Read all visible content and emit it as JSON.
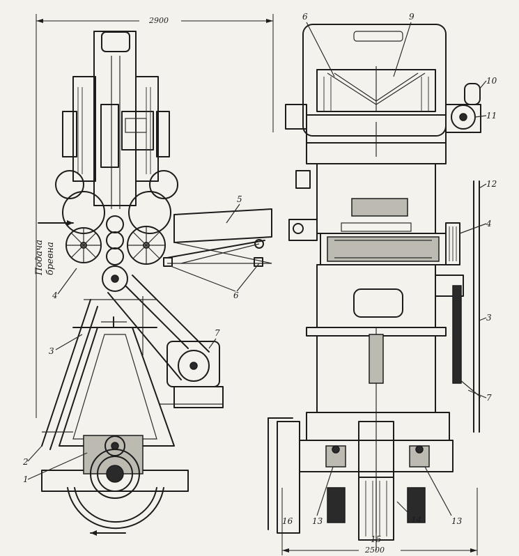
{
  "dimensions": {
    "left_width": "2900",
    "right_width": "2500"
  },
  "feed_label": {
    "line1": "Подача",
    "line2": "бревна"
  },
  "labels": {
    "l1": "1",
    "l2": "2",
    "l3_left": "3",
    "l4_left": "4",
    "l5": "5",
    "l6_left": "6",
    "l7_left": "7",
    "l6_right": "6",
    "l9": "9",
    "l10": "10",
    "l11": "11",
    "l12": "12",
    "l4_right": "4",
    "l3_right": "3",
    "l7_right": "7",
    "l13_left": "13",
    "l15": "15",
    "l14": "14",
    "l13_right": "13",
    "l16": "16"
  }
}
